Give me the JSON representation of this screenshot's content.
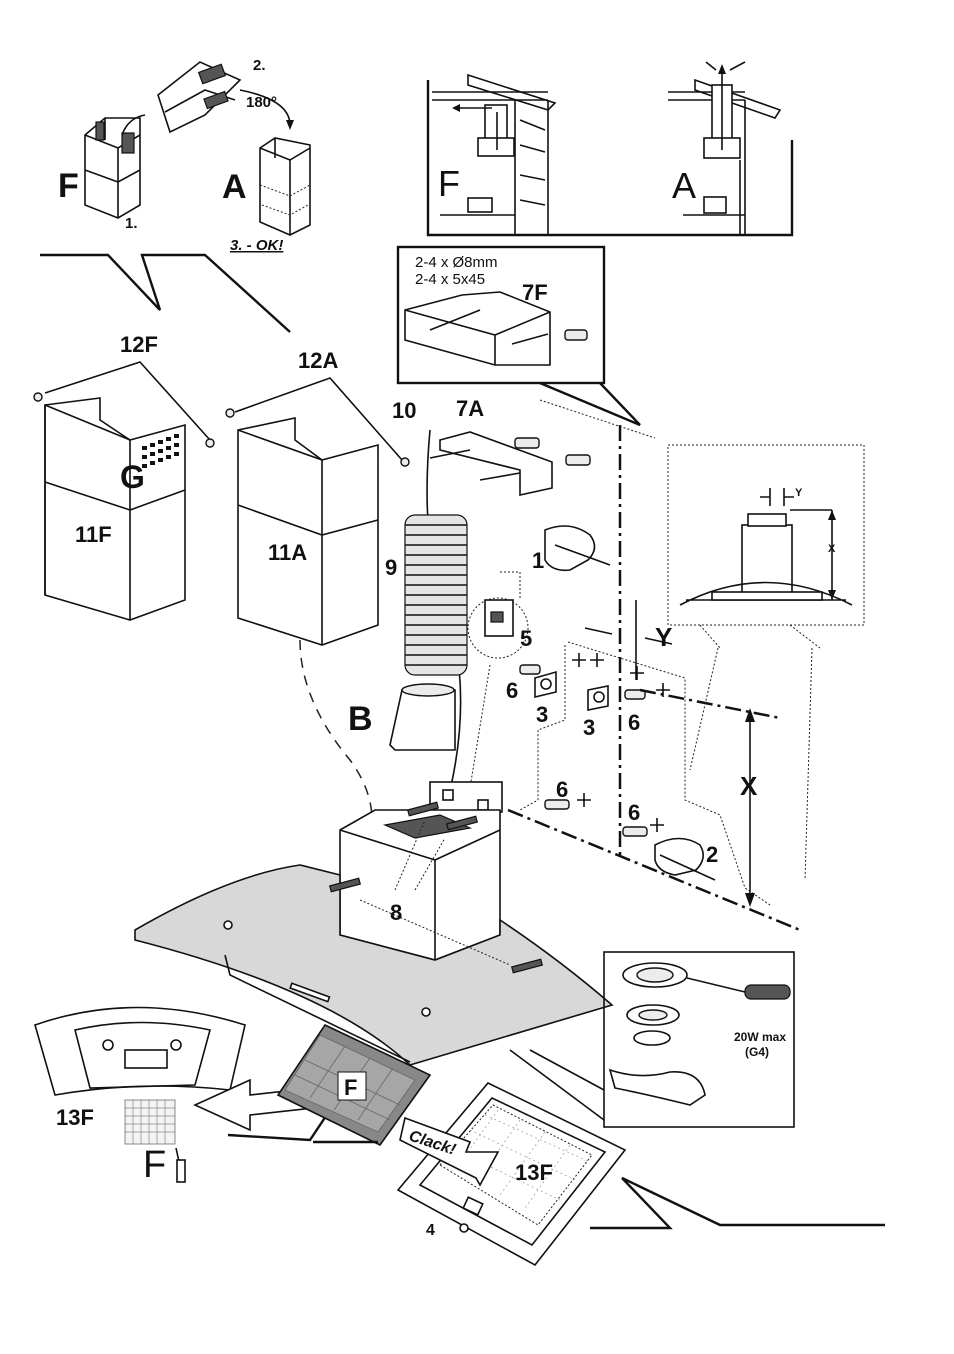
{
  "labels": {
    "top_F": "F",
    "top_A": "A",
    "step1": "1.",
    "step2": "2.",
    "deg180": "180°",
    "step3": "3. - OK!",
    "flue_F": "F",
    "flue_A": "A",
    "spec_line1": "2-4 x Ø8mm",
    "spec_line2": "2-4 x 5x45",
    "part_7F": "7F",
    "part_12F": "12F",
    "part_12A": "12A",
    "part_10": "10",
    "part_7A": "7A",
    "part_G": "G",
    "part_11F": "11F",
    "part_11A": "11A",
    "part_9": "9",
    "part_1": "1",
    "part_5": "5",
    "part_Y": "Y",
    "part_6a": "6",
    "part_3a": "3",
    "part_3b": "3",
    "part_6b": "6",
    "part_B": "B",
    "part_X": "X",
    "part_6c": "6",
    "part_6d": "6",
    "part_2": "2",
    "part_8": "8",
    "inset_Y": "Y",
    "inset_X": "X",
    "lamp_spec1": "20W max",
    "lamp_spec2": "(G4)",
    "part_13F_left": "13F",
    "filter_F_big": "F",
    "filter_F_box": "F",
    "clack": "Clack!",
    "part_13F_right": "13F",
    "part_4": "4"
  }
}
